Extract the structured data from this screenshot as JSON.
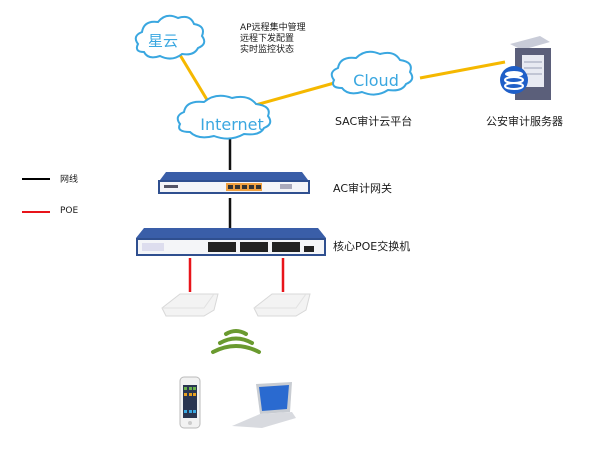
{
  "legend": {
    "items": [
      {
        "label": "网线",
        "color": "#000000"
      },
      {
        "label": "POE",
        "color": "#e8141a"
      }
    ]
  },
  "clouds": {
    "xingyun": "星云",
    "cloud": "Cloud",
    "internet": "Internet"
  },
  "annotations": {
    "ap_features": [
      "AP远程集中管理",
      "远程下发配置",
      "实时监控状态"
    ]
  },
  "labels": {
    "sac_platform": "SAC审计云平台",
    "police_server": "公安审计服务器",
    "ac_gateway": "AC审计网关",
    "poe_switch": "核心POE交换机"
  },
  "colors": {
    "link_yellow": "#f5b800",
    "link_black": "#111111",
    "link_red": "#e8141a",
    "cloud_blue": "#3aa7e0",
    "device_blue": "#2f4f8f",
    "wifi_green": "#6a9a2f"
  }
}
